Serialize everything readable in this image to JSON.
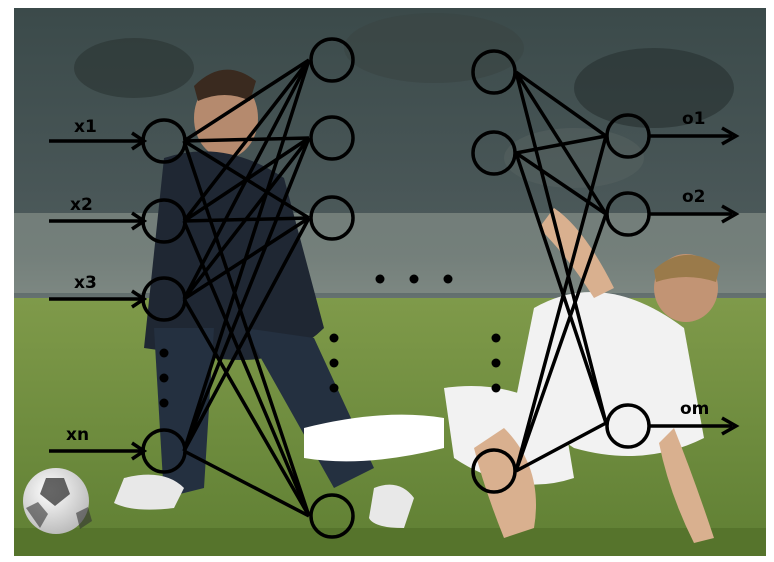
{
  "inputs": [
    {
      "id": "x1",
      "label": "x1"
    },
    {
      "id": "x2",
      "label": "x2"
    },
    {
      "id": "x3",
      "label": "x3"
    },
    {
      "id": "xn",
      "label": "xn"
    }
  ],
  "outputs": [
    {
      "id": "o1",
      "label": "o1"
    },
    {
      "id": "o2",
      "label": "o2"
    },
    {
      "id": "om",
      "label": "om"
    }
  ],
  "colors": {
    "network_stroke": "#000000",
    "pitch_green": "#6f8f3a",
    "stands_dark": "#2e3a3f",
    "kit_dark": "#1f2733",
    "kit_white": "#f2f2f2"
  },
  "background": "blurred football match photo: two players contesting the ball on a grass pitch"
}
